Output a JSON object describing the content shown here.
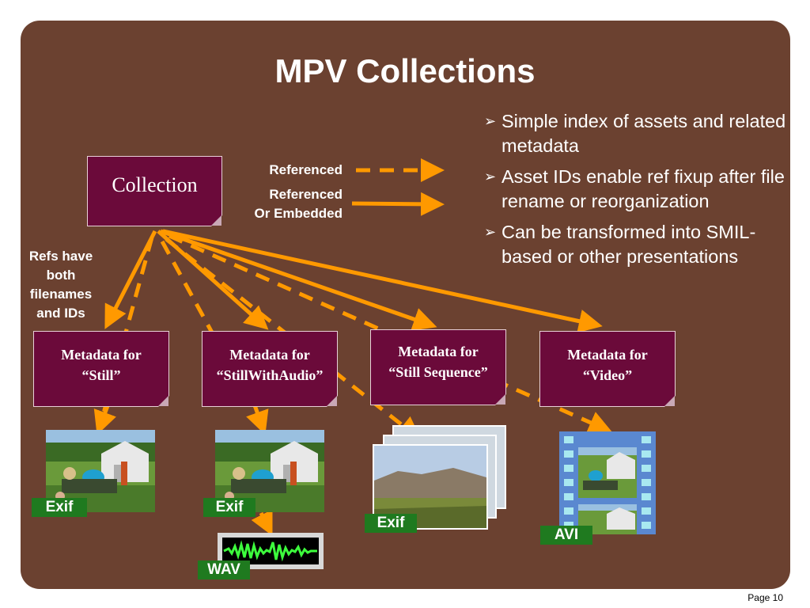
{
  "title": "MPV Collections",
  "bullets": [
    "Simple index of assets and related metadata",
    "Asset IDs enable ref fixup after file rename or reorganization",
    "Can be transformed into SMIL-based or other presentations"
  ],
  "bullet_marker": "➢",
  "legend": {
    "referenced": "Referenced",
    "referenced_or_embedded_line1": "Referenced",
    "referenced_or_embedded_line2": "Or Embedded"
  },
  "collection_label": "Collection",
  "refs_note": [
    "Refs have",
    "both",
    "filenames",
    "and IDs"
  ],
  "metadata_boxes": [
    {
      "line1": "Metadata for",
      "line2": "“Still”"
    },
    {
      "line1": "Metadata for",
      "line2": "“StillWithAudio”"
    },
    {
      "line1": "Metadata for",
      "line2": "“Still Sequence”"
    },
    {
      "line1": "Metadata for",
      "line2": "“Video”"
    }
  ],
  "tags": {
    "exif_1": "Exif",
    "exif_2": "Exif",
    "exif_3": "Exif",
    "wav": "WAV",
    "avi": "AVI"
  },
  "page_number": "Page 10",
  "colors": {
    "background_panel": "#6b4130",
    "box_fill": "#6b0a3a",
    "arrow": "#ff9900",
    "tag": "#1f7a1f"
  }
}
